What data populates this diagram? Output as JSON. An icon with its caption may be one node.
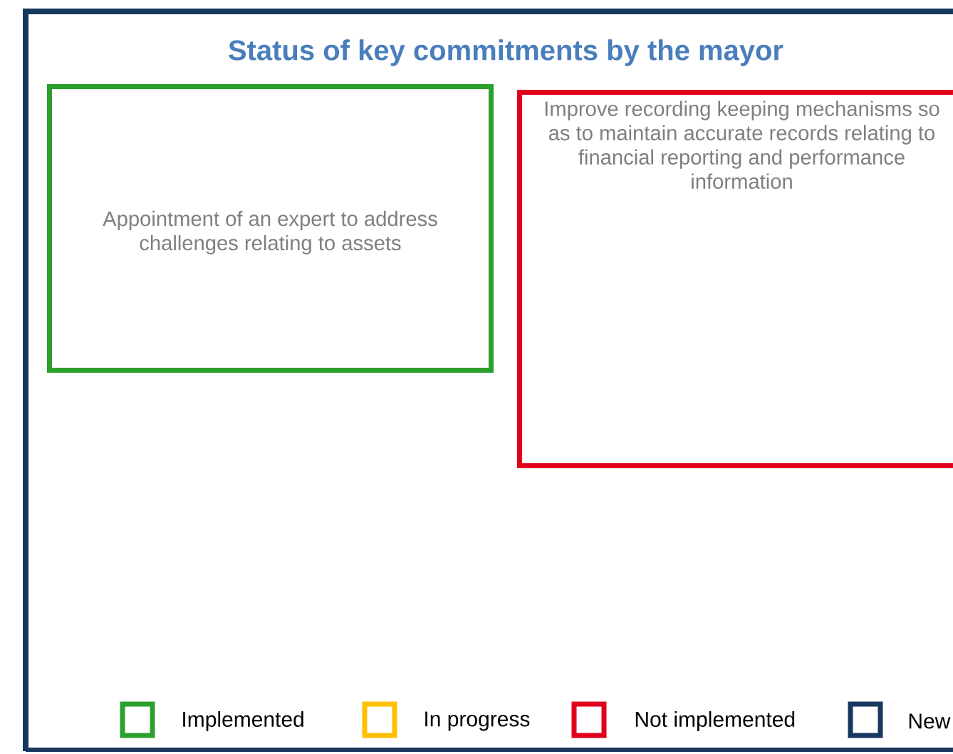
{
  "diagram": {
    "title": "Status of key commitments by the mayor",
    "nodes": [
      {
        "text": [
          "Appointment of an expert to address challenges relating to assets"
        ]
      },
      {
        "text": [
          "Improve recording keeping mechanisms so as to maintain accurate records relating to financial reporting and performance information"
        ]
      }
    ],
    "legend": [
      {
        "text": "Implemented",
        "color": "#2ca02c"
      },
      {
        "text": "In progress",
        "color": "#ffc000"
      },
      {
        "text": "Not implemented",
        "color": "#e0001b"
      },
      {
        "text": "New",
        "color": "#17375e"
      }
    ]
  }
}
